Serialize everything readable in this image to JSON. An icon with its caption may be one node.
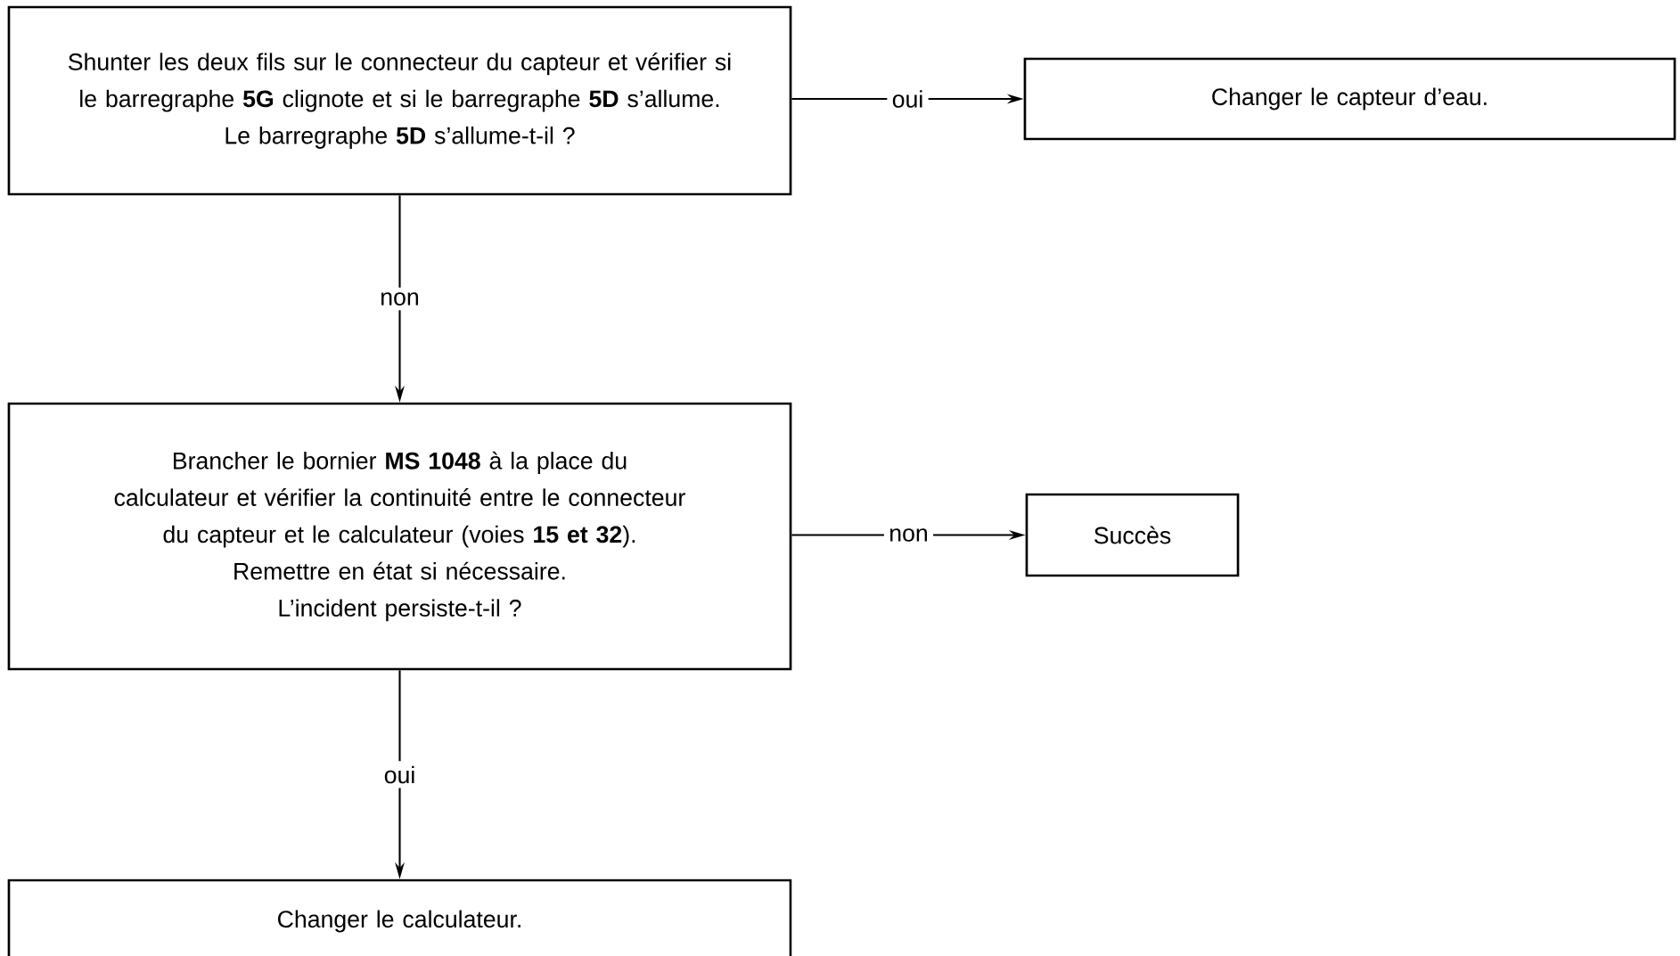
{
  "diagram": {
    "nodes": [
      {
        "text": [
          "Shunter les deux fils sur le connecteur du capteur et vérifier si le barregraphe **5G** clignote et si le barregraphe **5D** s’allume.",
          "Le barregraphe **5D** s’allume-t-il ?"
        ]
      },
      {
        "text": [
          "Changer le capteur d’eau."
        ]
      },
      {
        "text": [
          "Brancher le bornier **MS 1048** à la place du calculateur et vérifier la continuité entre le connecteur du capteur et le calculateur (voies **15 et 32**).",
          "Remettre en état si nécessaire.",
          "L’incident persiste-t-il ?"
        ]
      },
      {
        "text": [
          "Succès"
        ]
      },
      {
        "text": [
          "Changer le calculateur."
        ]
      }
    ],
    "edges": [
      {
        "from": 0,
        "to": 1,
        "arrow": "to",
        "label": "oui"
      },
      {
        "from": 0,
        "to": 2,
        "arrow": "to",
        "label": "non"
      },
      {
        "from": 2,
        "to": 3,
        "arrow": "to",
        "label": "non"
      },
      {
        "from": 2,
        "to": 4,
        "arrow": "to",
        "label": "oui"
      }
    ]
  }
}
